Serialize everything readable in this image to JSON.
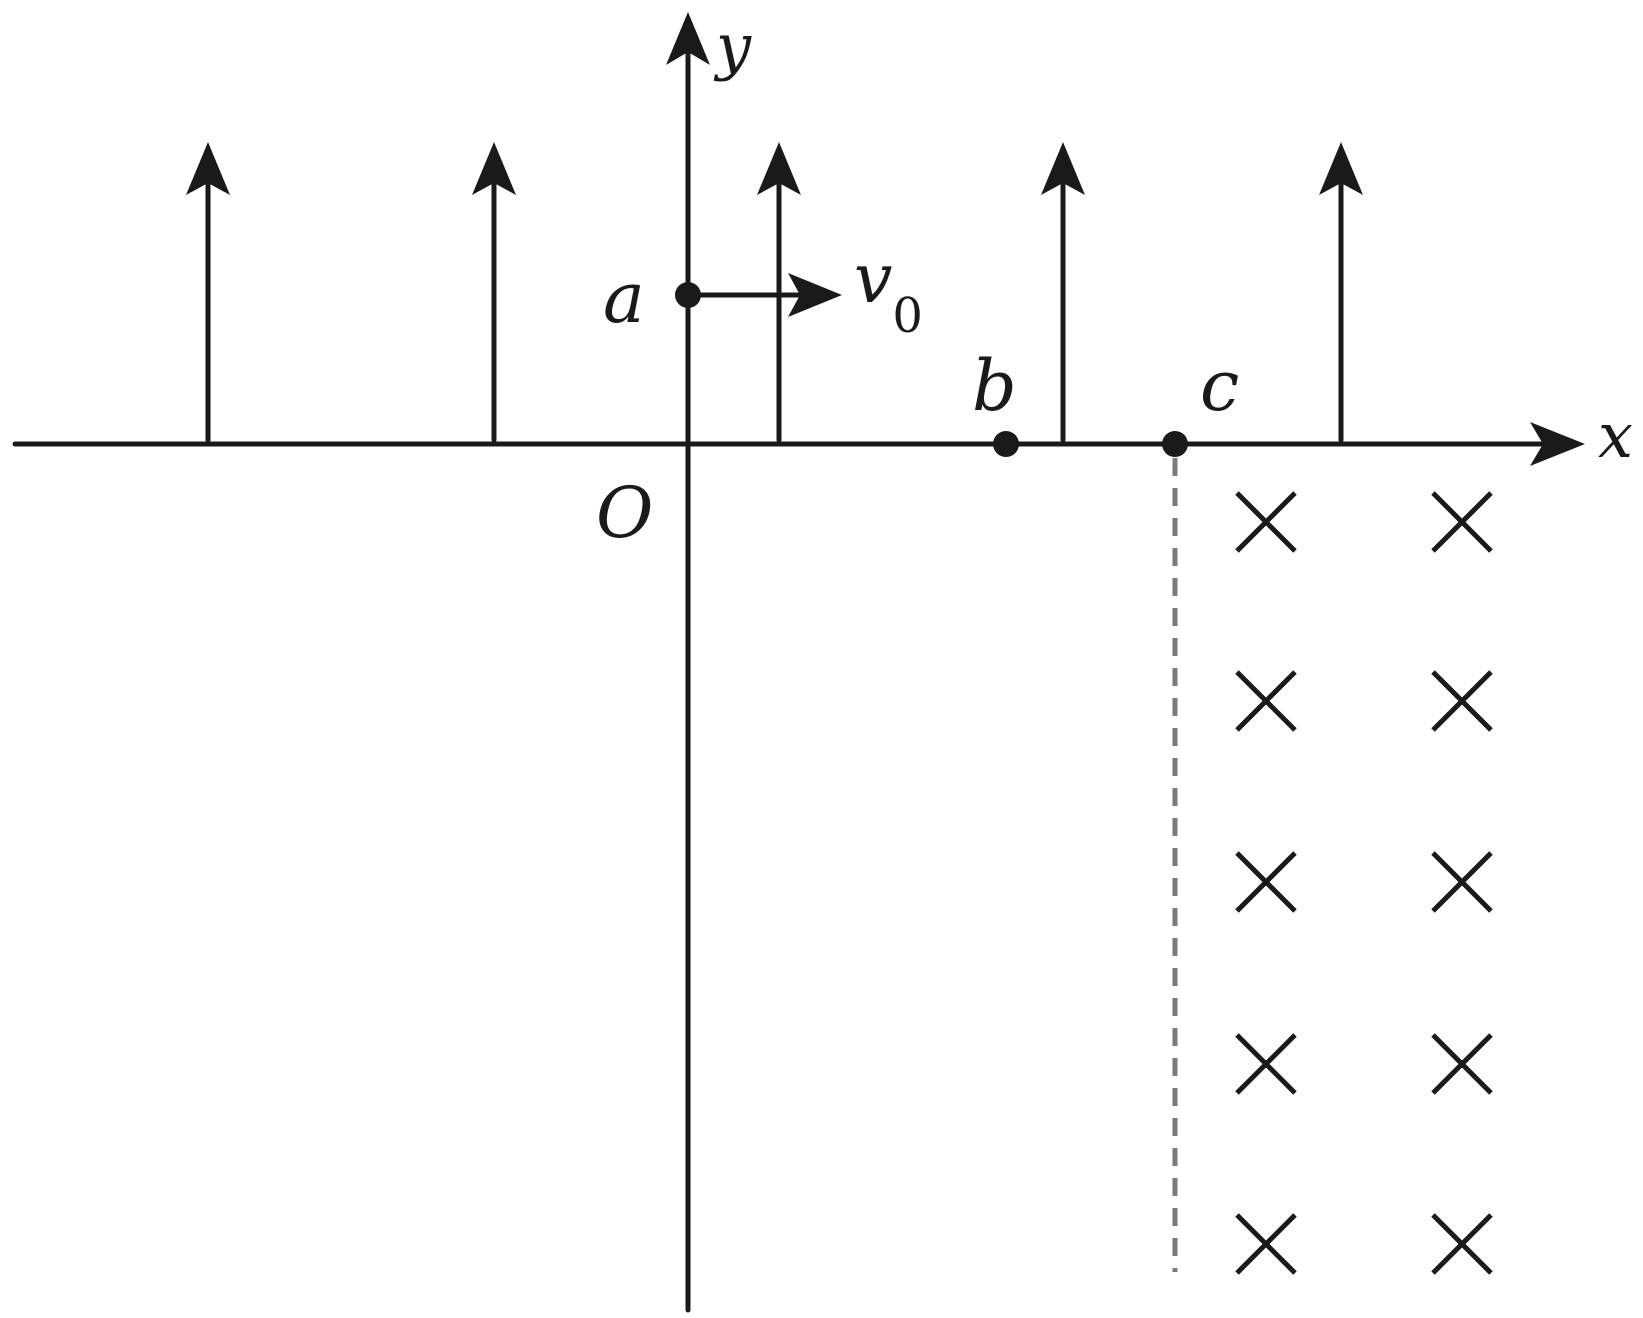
{
  "labels": {
    "x_axis": "x",
    "y_axis": "y",
    "origin": "O",
    "point_a": "a",
    "point_b": "b",
    "point_c": "c",
    "velocity": "v",
    "velocity_subscript": "0"
  },
  "field": {
    "electric_field_arrow_count": 5,
    "magnetic_field_symbol": "×",
    "magnetic_field_rows": 5,
    "magnetic_field_columns": 2
  },
  "colors": {
    "ink": "#1a1a1a",
    "boundary_dash": "#7a7a7a"
  }
}
